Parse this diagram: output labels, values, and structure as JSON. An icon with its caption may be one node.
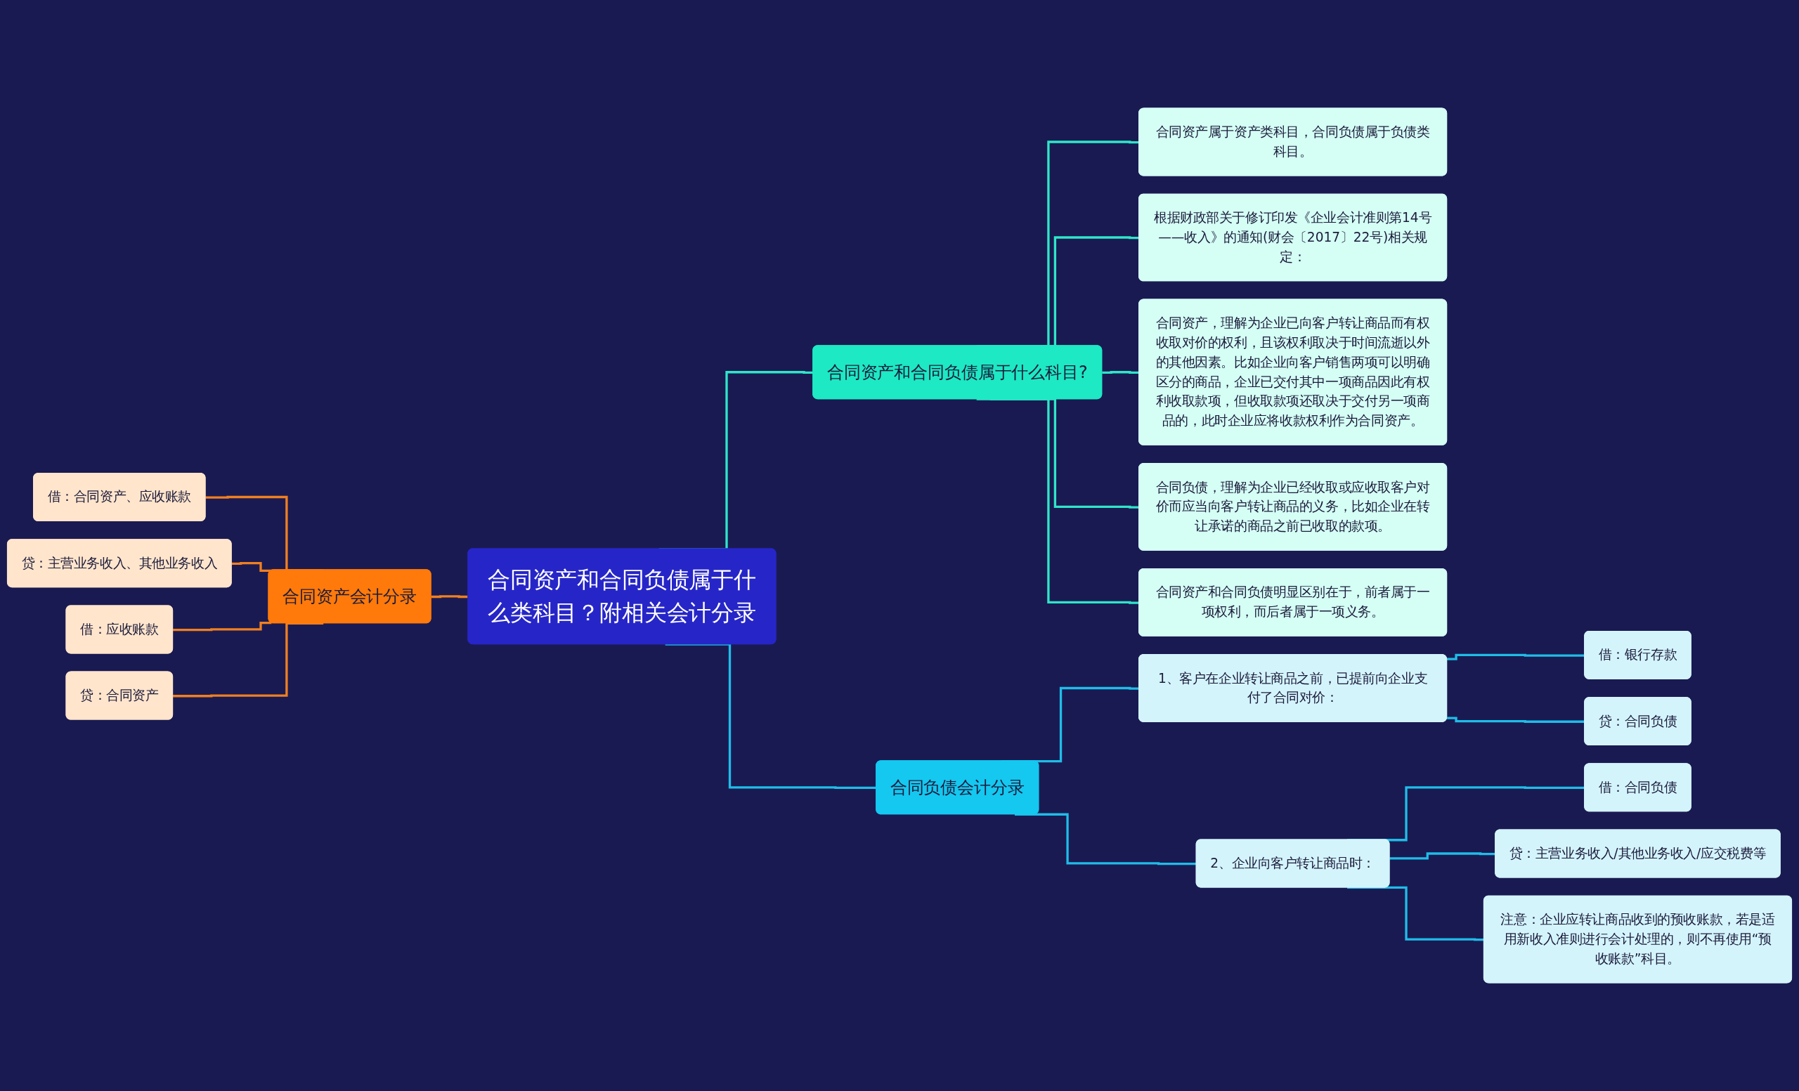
{
  "diagram": {
    "nodes": [
      {
        "text": [
          "合同资产和合同负债属于什么类科目？附相关会计分录"
        ]
      },
      {
        "text": [
          "合同资产和合同负债属于什么科目?"
        ]
      },
      {
        "text": [
          "合同资产属于资产类科目，合同负债属于负债类科目。"
        ]
      },
      {
        "text": [
          "根据财政部关于修订印发《企业会计准则第14号——收入》的通知(财会〔2017〕22号)相关规定："
        ]
      },
      {
        "text": [
          "合同资产，理解为企业已向客户转让商品而有权收取对价的权利，且该权利取决于时间流逝以外的其他因素。比如企业向客户销售两项可以明确区分的商品，企业已交付其中一项商品因此有权利收取款项，但收取款项还取决于交付另一项商品的，此时企业应将收款权利作为合同资产。"
        ]
      },
      {
        "text": [
          "合同负债，理解为企业已经收取或应收取客户对价而应当向客户转让商品的义务，比如企业在转让承诺的商品之前已收取的款项。"
        ]
      },
      {
        "text": [
          "合同资产和合同负债明显区别在于，前者属于一项权利，而后者属于一项义务。"
        ]
      },
      {
        "text": [
          "合同负债会计分录"
        ]
      },
      {
        "text": [
          "1、客户在企业转让商品之前，已提前向企业支付了合同对价："
        ]
      },
      {
        "text": [
          "借：银行存款"
        ]
      },
      {
        "text": [
          "贷：合同负债"
        ]
      },
      {
        "text": [
          "2、企业向客户转让商品时："
        ]
      },
      {
        "text": [
          "借：合同负债"
        ]
      },
      {
        "text": [
          "贷：主营业务收入/其他业务收入/应交税费等"
        ]
      },
      {
        "text": [
          "注意：企业应转让商品收到的预收账款，若是适用新收入准则进行会计处理的，则不再使用“预收账款”科目。"
        ]
      },
      {
        "text": [
          "合同资产会计分录"
        ]
      },
      {
        "text": [
          "借：合同资产、应收账款"
        ]
      },
      {
        "text": [
          "贷：主营业务收入、其他业务收入"
        ]
      },
      {
        "text": [
          "借：应收账款"
        ]
      },
      {
        "text": [
          "贷：合同资产"
        ]
      }
    ],
    "edges": [
      {
        "from": 0,
        "to": 1,
        "arrow": "none",
        "color": "#2ee6c8"
      },
      {
        "from": 1,
        "to": 2,
        "arrow": "none",
        "color": "#2ee6c8"
      },
      {
        "from": 1,
        "to": 3,
        "arrow": "none",
        "color": "#2ee6c8"
      },
      {
        "from": 1,
        "to": 4,
        "arrow": "none",
        "color": "#2ee6c8"
      },
      {
        "from": 1,
        "to": 5,
        "arrow": "none",
        "color": "#2ee6c8"
      },
      {
        "from": 1,
        "to": 6,
        "arrow": "none",
        "color": "#2ee6c8"
      },
      {
        "from": 0,
        "to": 7,
        "arrow": "none"
      },
      {
        "from": 7,
        "to": 8,
        "arrow": "none"
      },
      {
        "from": 8,
        "to": 9,
        "arrow": "none"
      },
      {
        "from": 8,
        "to": 10,
        "arrow": "none"
      },
      {
        "from": 7,
        "to": 11,
        "arrow": "none"
      },
      {
        "from": 11,
        "to": 12,
        "arrow": "none"
      },
      {
        "from": 11,
        "to": 13,
        "arrow": "none"
      },
      {
        "from": 11,
        "to": 14,
        "arrow": "none"
      },
      {
        "from": 15,
        "to": 0,
        "arrow": "none",
        "color": "#f08020"
      },
      {
        "from": 16,
        "to": 15,
        "arrow": "none",
        "color": "#f08020"
      },
      {
        "from": 17,
        "to": 15,
        "arrow": "none",
        "color": "#f08020"
      },
      {
        "from": 18,
        "to": 15,
        "arrow": "none",
        "color": "#f08020"
      },
      {
        "from": 19,
        "to": 15,
        "arrow": "none",
        "color": "#f08020"
      }
    ]
  }
}
